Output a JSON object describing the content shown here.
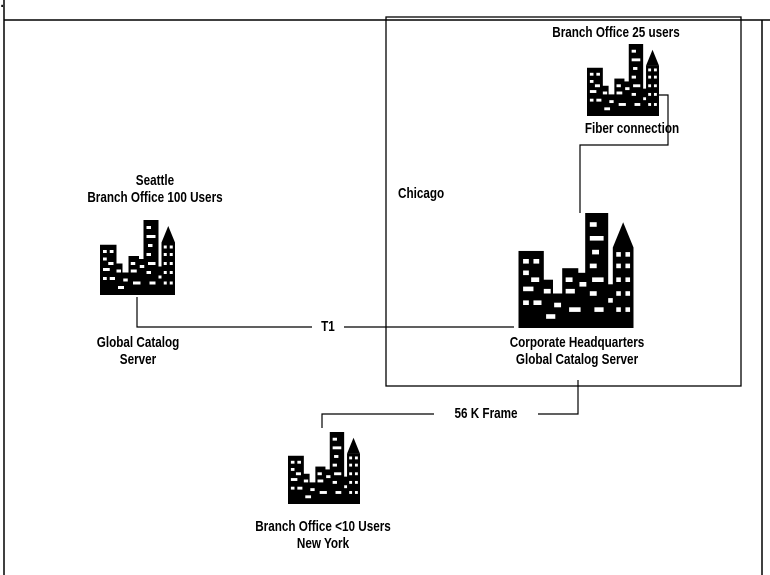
{
  "header_fragment": "...",
  "sites": {
    "seattle": {
      "line1": "Seattle",
      "line2": "Branch Office 100 Users",
      "role_line1": "Global Catalog",
      "role_line2": "Server"
    },
    "chicago": {
      "name": "Chicago"
    },
    "branch25": {
      "label": "Branch Office 25 users",
      "link_label": "Fiber connection"
    },
    "hq": {
      "line1": "Corporate Headquarters",
      "line2": "Global Catalog Server"
    },
    "newyork": {
      "line1": "Branch Office <10 Users",
      "line2": "New York"
    }
  },
  "links": {
    "t1": "T1",
    "frame": "56 K Frame"
  },
  "colors": {
    "ink": "#000000",
    "paper": "#ffffff"
  },
  "icons": [
    "city-skyline-icon"
  ]
}
